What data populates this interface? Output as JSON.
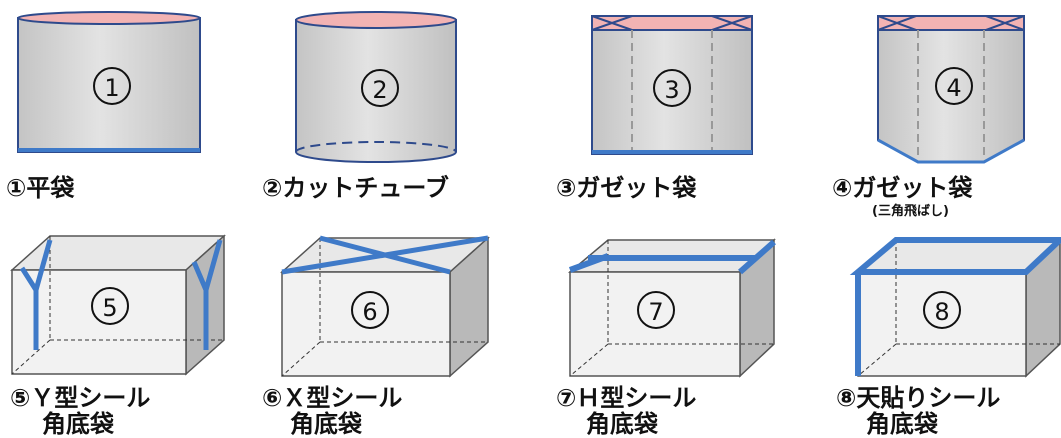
{
  "bags": [
    {
      "number": "①",
      "caption": "①平袋"
    },
    {
      "number": "②",
      "caption": "②カットチューブ"
    },
    {
      "number": "③",
      "caption": "③ガゼット袋"
    },
    {
      "number": "④",
      "caption": "④ガゼット袋",
      "sub": "(三角飛ばし)"
    }
  ],
  "boxes": [
    {
      "number": "⑤",
      "caption_line1": "⑤Ｙ型シール",
      "caption_line2": "角底袋"
    },
    {
      "number": "⑥",
      "caption_line1": "⑥Ｘ型シール",
      "caption_line2": "角底袋"
    },
    {
      "number": "⑦",
      "caption_line1": "⑦Ｈ型シール",
      "caption_line2": "角底袋"
    },
    {
      "number": "⑧",
      "caption_line1": "⑧天貼りシール",
      "caption_line2": "角底袋"
    }
  ],
  "colors": {
    "body_fill": "#d5d5d5",
    "outline": "#2e4a8c",
    "seal_blue": "#3f7ac8",
    "top_pink": "#f2b3b3",
    "box_front": "#f2f2f2",
    "box_top": "#e8e8e8",
    "box_side": "#b9b9b9",
    "box_edge": "#555555"
  }
}
